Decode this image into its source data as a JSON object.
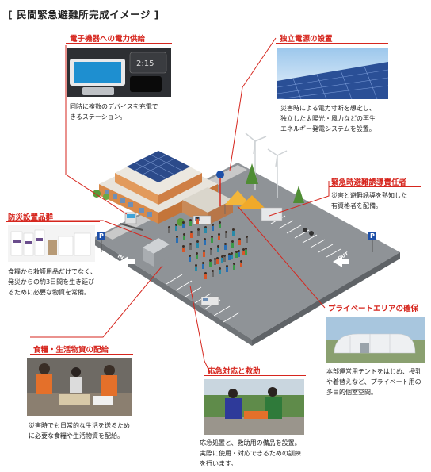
{
  "page_title": "[ 民間緊急避難所完成イメージ ]",
  "callouts": {
    "charging": {
      "label": "電子機器への電力供給",
      "desc": [
        "同時に複数のデバイスを充電で",
        "きるステーション。"
      ]
    },
    "power": {
      "label": "独立電源の設置",
      "desc": [
        "災害時による電力寸断を想定し、",
        "独立した太陽光・風力などの再生",
        "エネルギー発電システムを設置。"
      ]
    },
    "leader": {
      "label": "緊急時避難誘導責任者",
      "desc": [
        "災害と避難誘導を熟知した",
        "有資格者を配備。"
      ]
    },
    "goods": {
      "label": "防災設置品群",
      "desc": [
        "食糧から救護用品だけでなく、",
        "発災からの約3日間を生き延び",
        "るために必要な物資を常備。"
      ]
    },
    "private": {
      "label": "プライベートエリアの確保",
      "desc": [
        "本部運営用テントをはじめ、授乳",
        "や着替えなど、プライベート用の",
        "多目的個室空間。"
      ]
    },
    "food": {
      "label": "食糧・生活物資の配給",
      "desc": [
        "災害時でも日常的な生活を送るため",
        "に必要な食糧や生活物資を配給。"
      ]
    },
    "rescue": {
      "label": "応急対応と救助",
      "desc": [
        "応急処置と、救助用の備品を設置。",
        "実際に使用・対応できるための訓練",
        "を行います。"
      ]
    }
  },
  "scene": {
    "parking_sign": "P",
    "out_label": "OUT",
    "in_label": "IN",
    "bus_stop_label": "P",
    "clock_label": "2:15"
  }
}
